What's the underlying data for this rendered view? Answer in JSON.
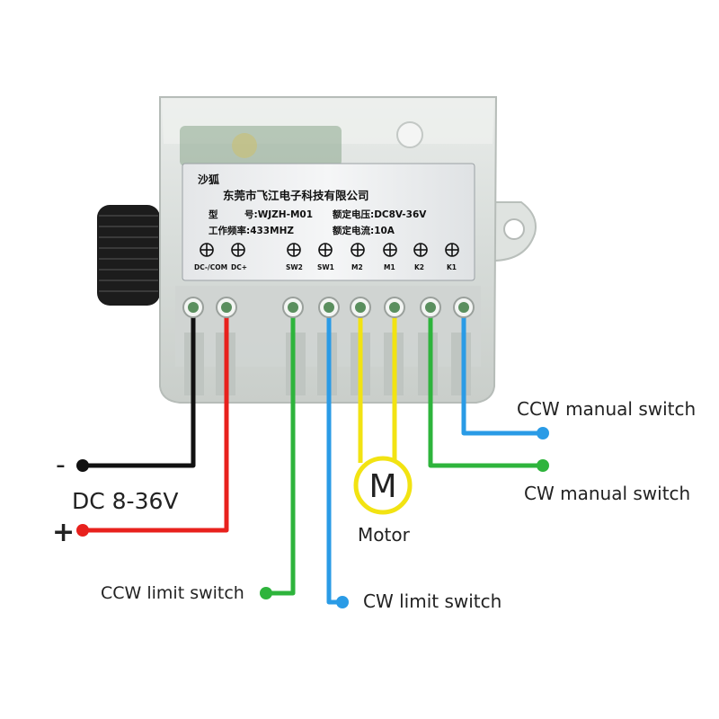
{
  "device": {
    "brand": "沙狐",
    "company": "东莞市飞江电子科技有限公司",
    "model_key": "型",
    "model_value": "号:WJZH-M01",
    "voltage": "额定电压:DC8V-36V",
    "frequency": "工作频率:433MHZ",
    "current": "额定电流:10A",
    "terminals": [
      "DC-/COM",
      "DC+",
      "SW2",
      "SW1",
      "M2",
      "M1",
      "K2",
      "K1"
    ]
  },
  "labels": {
    "minus": "-",
    "plus": "+",
    "dc_range": "DC 8-36V",
    "motor_letter": "M",
    "motor": "Motor",
    "ccw_manual": "CCW manual switch",
    "cw_manual": "CW manual switch",
    "ccw_limit": "CCW limit switch",
    "cw_limit": "CW limit switch"
  },
  "colors": {
    "negative_wire": "#111111",
    "positive_wire": "#e8211d",
    "ccw_limit_wire": "#2eb43c",
    "cw_limit_wire": "#2a9be6",
    "motor_wire": "#f2e312",
    "cw_manual_wire": "#2eb43c",
    "ccw_manual_wire": "#2a9be6"
  }
}
